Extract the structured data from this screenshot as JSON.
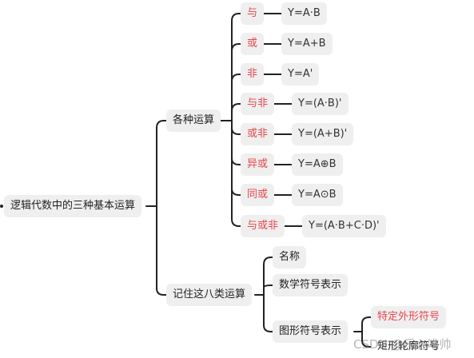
{
  "root": {
    "label": "逻辑代数中的三种基本运算"
  },
  "branch1": {
    "label": "各种运算",
    "ops": [
      {
        "name": "与",
        "formula": "Y=A·B"
      },
      {
        "name": "或",
        "formula": "Y=A+B"
      },
      {
        "name": "非",
        "formula": "Y=A'"
      },
      {
        "name": "与非",
        "formula": "Y=(A·B)'"
      },
      {
        "name": "或非",
        "formula": "Y=(A+B)'"
      },
      {
        "name": "异或",
        "formula": "Y=A⊕B"
      },
      {
        "name": "同或",
        "formula": "Y=A⊙B"
      },
      {
        "name": "与或非",
        "formula": "Y=(A·B+C·D)'"
      }
    ]
  },
  "branch2": {
    "label": "记住这八类运算",
    "items": [
      {
        "label": "名称"
      },
      {
        "label": "数学符号表示"
      },
      {
        "label": "图形符号表示"
      }
    ],
    "graphic_children": [
      {
        "label": "特定外形符号"
      },
      {
        "label": "矩形轮廓符号"
      }
    ]
  },
  "watermark": "CSDN @乐心唯帅",
  "colors": {
    "red_text": "#e8474b",
    "node_bg": "#efefef",
    "line": "#222222"
  }
}
